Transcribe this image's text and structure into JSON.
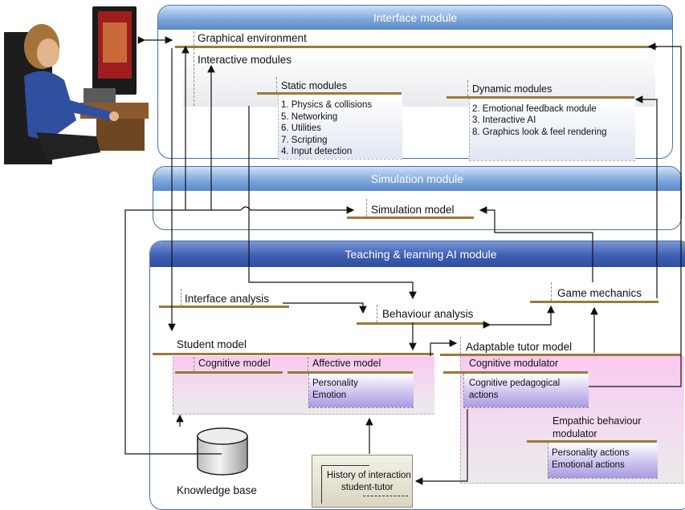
{
  "interface_module": {
    "title": "Interface module",
    "graphical_environment": "Graphical environment",
    "interactive_modules": "Interactive modules",
    "static_modules": {
      "title": "Static modules",
      "items": [
        "1. Physics & collisions",
        "5. Networking",
        "6. Utilities",
        "7. Scripting",
        "4. Input detection"
      ]
    },
    "dynamic_modules": {
      "title": "Dynamic modules",
      "items": [
        "2. Emotional feedback module",
        "3. Interactive AI",
        "8. Graphics look & feel rendering"
      ]
    }
  },
  "simulation_module": {
    "title": "Simulation module",
    "simulation_model": "Simulation model"
  },
  "teaching_module": {
    "title": "Teaching & learning AI module",
    "interface_analysis": "Interface analysis",
    "behaviour_analysis": "Behaviour analysis",
    "game_mechanics": "Game mechanics",
    "student_model": {
      "title": "Student model",
      "cognitive_model": "Cognitive model",
      "affective_model": "Affective model",
      "affective_items": [
        "Personality",
        "Emotion"
      ]
    },
    "tutor_model": {
      "title": "Adaptable tutor model",
      "cognitive_modulator": "Cognitive modulator",
      "cognitive_items": [
        "Cognitive pedagogical",
        "actions"
      ],
      "empathic_title": [
        "Empathic behaviour",
        "modulator"
      ],
      "empathic_items": [
        "Personality actions",
        "Emotional actions"
      ]
    },
    "history": [
      "History of interaction",
      "student-tutor"
    ],
    "knowledge_base": "Knowledge base"
  },
  "colors": {
    "panel_border": "#4a6fa8",
    "header_light": "#5b89c8",
    "header_dark": "#2f4e9f",
    "bar_brown": "#9a7a3a",
    "pink_fill": "#f2c8ee",
    "purple_fill": "#b7aae6"
  },
  "icons": [
    "user-at-computer-photo",
    "database-cylinder-icon"
  ]
}
